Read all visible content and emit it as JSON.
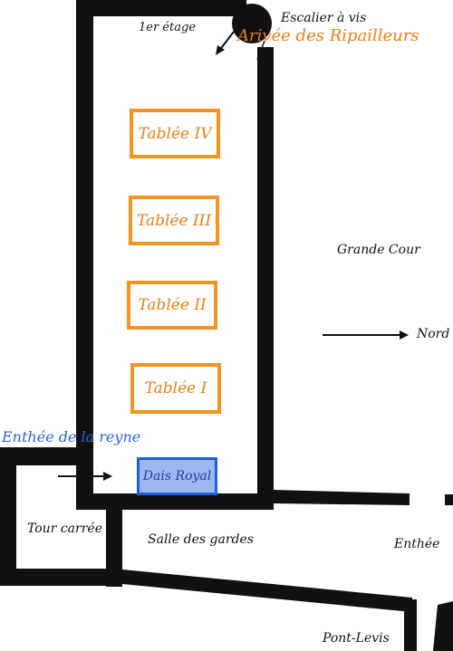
{
  "labels": {
    "floor": "1er étage",
    "stair": "Escalier à vis",
    "arrival": "Arivée des Ripailleurs",
    "court": "Grande Cour",
    "north": "Nord",
    "queen_entry": "Enthée de la reyne",
    "tower": "Tour carrée",
    "guards": "Salle des gardes",
    "entry": "Enthée",
    "bridge": "Pont-Levis"
  },
  "tables": [
    "Tablée IV",
    "Tablée III",
    "Tablée II",
    "Tablée I"
  ],
  "dais": "Dais Royal",
  "colors": {
    "wall": "#111111",
    "table_border": "#f39421",
    "table_text": "#f07d16",
    "dais_fill": "#9fb6f4",
    "dais_border": "#1f5ed8",
    "queen_label": "#2d63dd"
  }
}
